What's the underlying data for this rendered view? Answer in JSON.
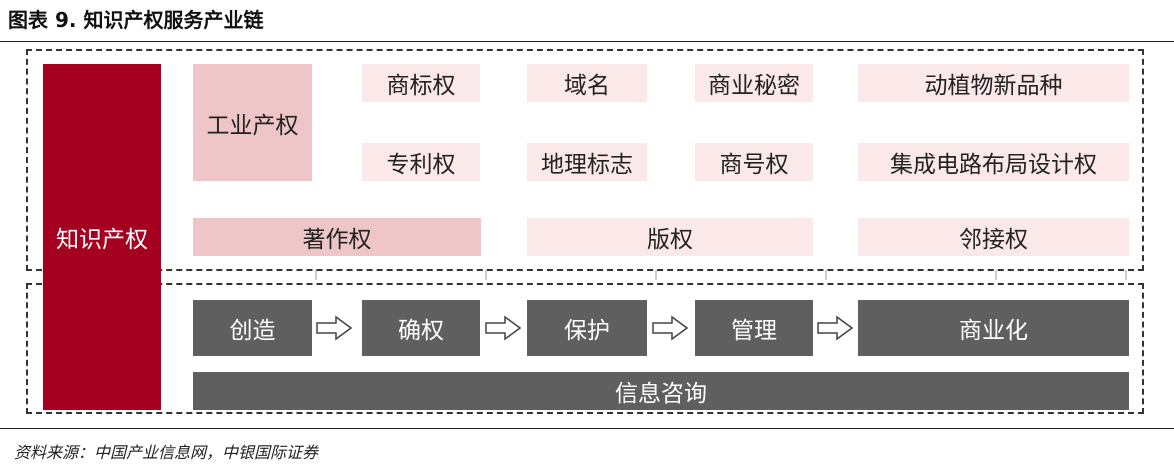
{
  "header": {
    "title": "图表 9. 知识产权服务产业链"
  },
  "left_label": "知识产权",
  "industrial_property": {
    "label": "工业产权",
    "row1": [
      "商标权",
      "域名",
      "商业秘密",
      "动植物新品种"
    ],
    "row2": [
      "专利权",
      "地理标志",
      "商号权",
      "集成电路布局设计权"
    ]
  },
  "copyright_row": [
    "著作权",
    "版权",
    "邻接权"
  ],
  "flow": [
    "创造",
    "确权",
    "保护",
    "管理",
    "商业化"
  ],
  "bottom_bar": "信息咨询",
  "source": "资料来源：中国产业信息网，中银国际证券",
  "colors": {
    "dark_red": "#a5001f",
    "pink_mid": "#efc6c7",
    "pink_pale": "#fbe9ea",
    "grey": "#5f5f5f"
  }
}
